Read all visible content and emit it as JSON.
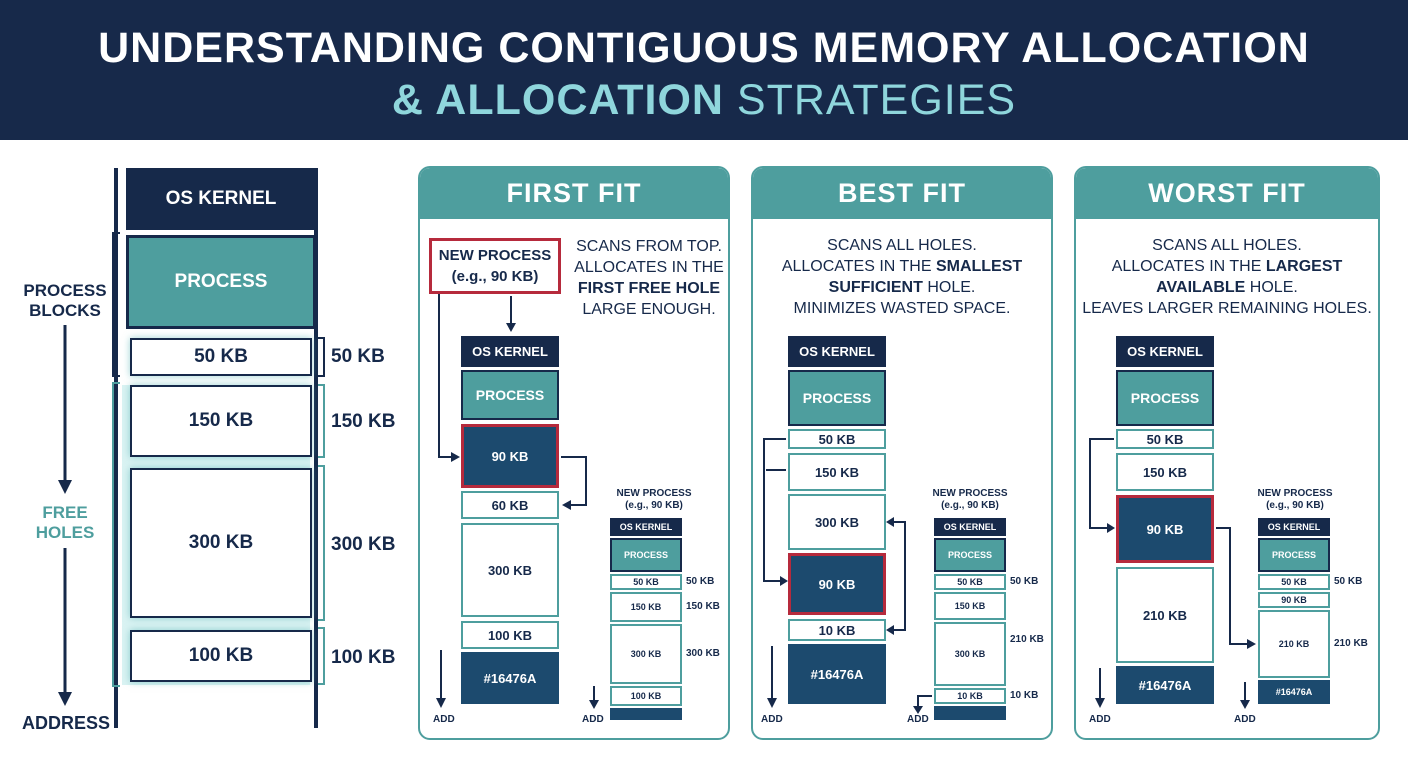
{
  "header": {
    "line1": "UNDERSTANDING CONTIGUOUS MEMORY ALLOCATION",
    "line2_bold": "& ALLOCATION",
    "line2_light": " STRATEGIES"
  },
  "overview": {
    "kernel": "OS KERNEL",
    "process": "PROCESS",
    "process_blocks_l1": "PROCESS",
    "process_blocks_l2": "BLOCKS",
    "free_holes_l1": "FREE",
    "free_holes_l2": "HOLES",
    "address": "ADDRESS",
    "holes": [
      {
        "inside": "50 KB",
        "side": "50 KB"
      },
      {
        "inside": "150 KB",
        "side": "150 KB"
      },
      {
        "inside": "300 KB",
        "side": "300 KB"
      },
      {
        "inside": "100 KB",
        "side": "100 KB"
      }
    ]
  },
  "first_fit": {
    "title": "FIRST FIT",
    "new_process_l1": "NEW PROCESS",
    "new_process_l2": "(e.g., 90 KB)",
    "desc_l1": "SCANS FROM TOP.",
    "desc_l2": "ALLOCATES IN THE",
    "desc_l3": "FIRST FREE HOLE",
    "desc_l4": "LARGE ENOUGH.",
    "stack": [
      "OS KERNEL",
      "PROCESS",
      "90 KB",
      "60 KB",
      "300 KB",
      "100 KB",
      "#16476A"
    ],
    "add": "ADD",
    "small": {
      "np_l1": "NEW PROCESS",
      "np_l2": "(e.g., 90 KB)",
      "blocks": [
        "OS KERNEL",
        "PROCESS",
        "50 KB",
        "150 KB",
        "300 KB",
        "100 KB"
      ],
      "side": [
        "50 KB",
        "150 KB",
        "300 KB"
      ],
      "add": "ADD"
    }
  },
  "best_fit": {
    "title": "BEST FIT",
    "desc_l1": "SCANS ALL HOLES.",
    "desc_l2a": "ALLOCATES IN THE ",
    "desc_l2b": "SMALLEST",
    "desc_l3a": "SUFFICIENT",
    "desc_l3b": " HOLE.",
    "desc_l4": "MINIMIZES WASTED SPACE.",
    "stack": [
      "OS KERNEL",
      "PROCESS",
      "50 KB",
      "150 KB",
      "300 KB",
      "90 KB",
      "10 KB",
      "#16476A"
    ],
    "add": "ADD",
    "small": {
      "np_l1": "NEW PROCESS",
      "np_l2": "(e.g., 90 KB)",
      "blocks": [
        "OS KERNEL",
        "PROCESS",
        "50 KB",
        "150 KB",
        "300 KB",
        "10 KB"
      ],
      "side": [
        "50 KB",
        "210 KB",
        "10 KB"
      ],
      "add": "ADD"
    }
  },
  "worst_fit": {
    "title": "WORST FIT",
    "desc_l1": "SCANS ALL HOLES.",
    "desc_l2a": "ALLOCATES IN THE ",
    "desc_l2b": "LARGEST",
    "desc_l3a": "AVAILABLE",
    "desc_l3b": " HOLE.",
    "desc_l4": "LEAVES LARGER REMAINING HOLES.",
    "stack": [
      "OS KERNEL",
      "PROCESS",
      "50 KB",
      "150 KB",
      "90 KB",
      "210 KB",
      "#16476A"
    ],
    "add": "ADD",
    "small": {
      "np_l1": "NEW PROCESS",
      "np_l2": "(e.g., 90 KB)",
      "blocks": [
        "OS KERNEL",
        "PROCESS",
        "50 KB",
        "90 KB",
        "210 KB",
        "#16476A"
      ],
      "side": [
        "50 KB",
        "210 KB"
      ],
      "add": "ADD"
    }
  },
  "colors": {
    "navy": "#16294a",
    "teal": "#4e9e9e",
    "light_teal": "#8fd6dc",
    "allocated_blue": "#1c4a6e",
    "highlight_red": "#b62a3c"
  }
}
